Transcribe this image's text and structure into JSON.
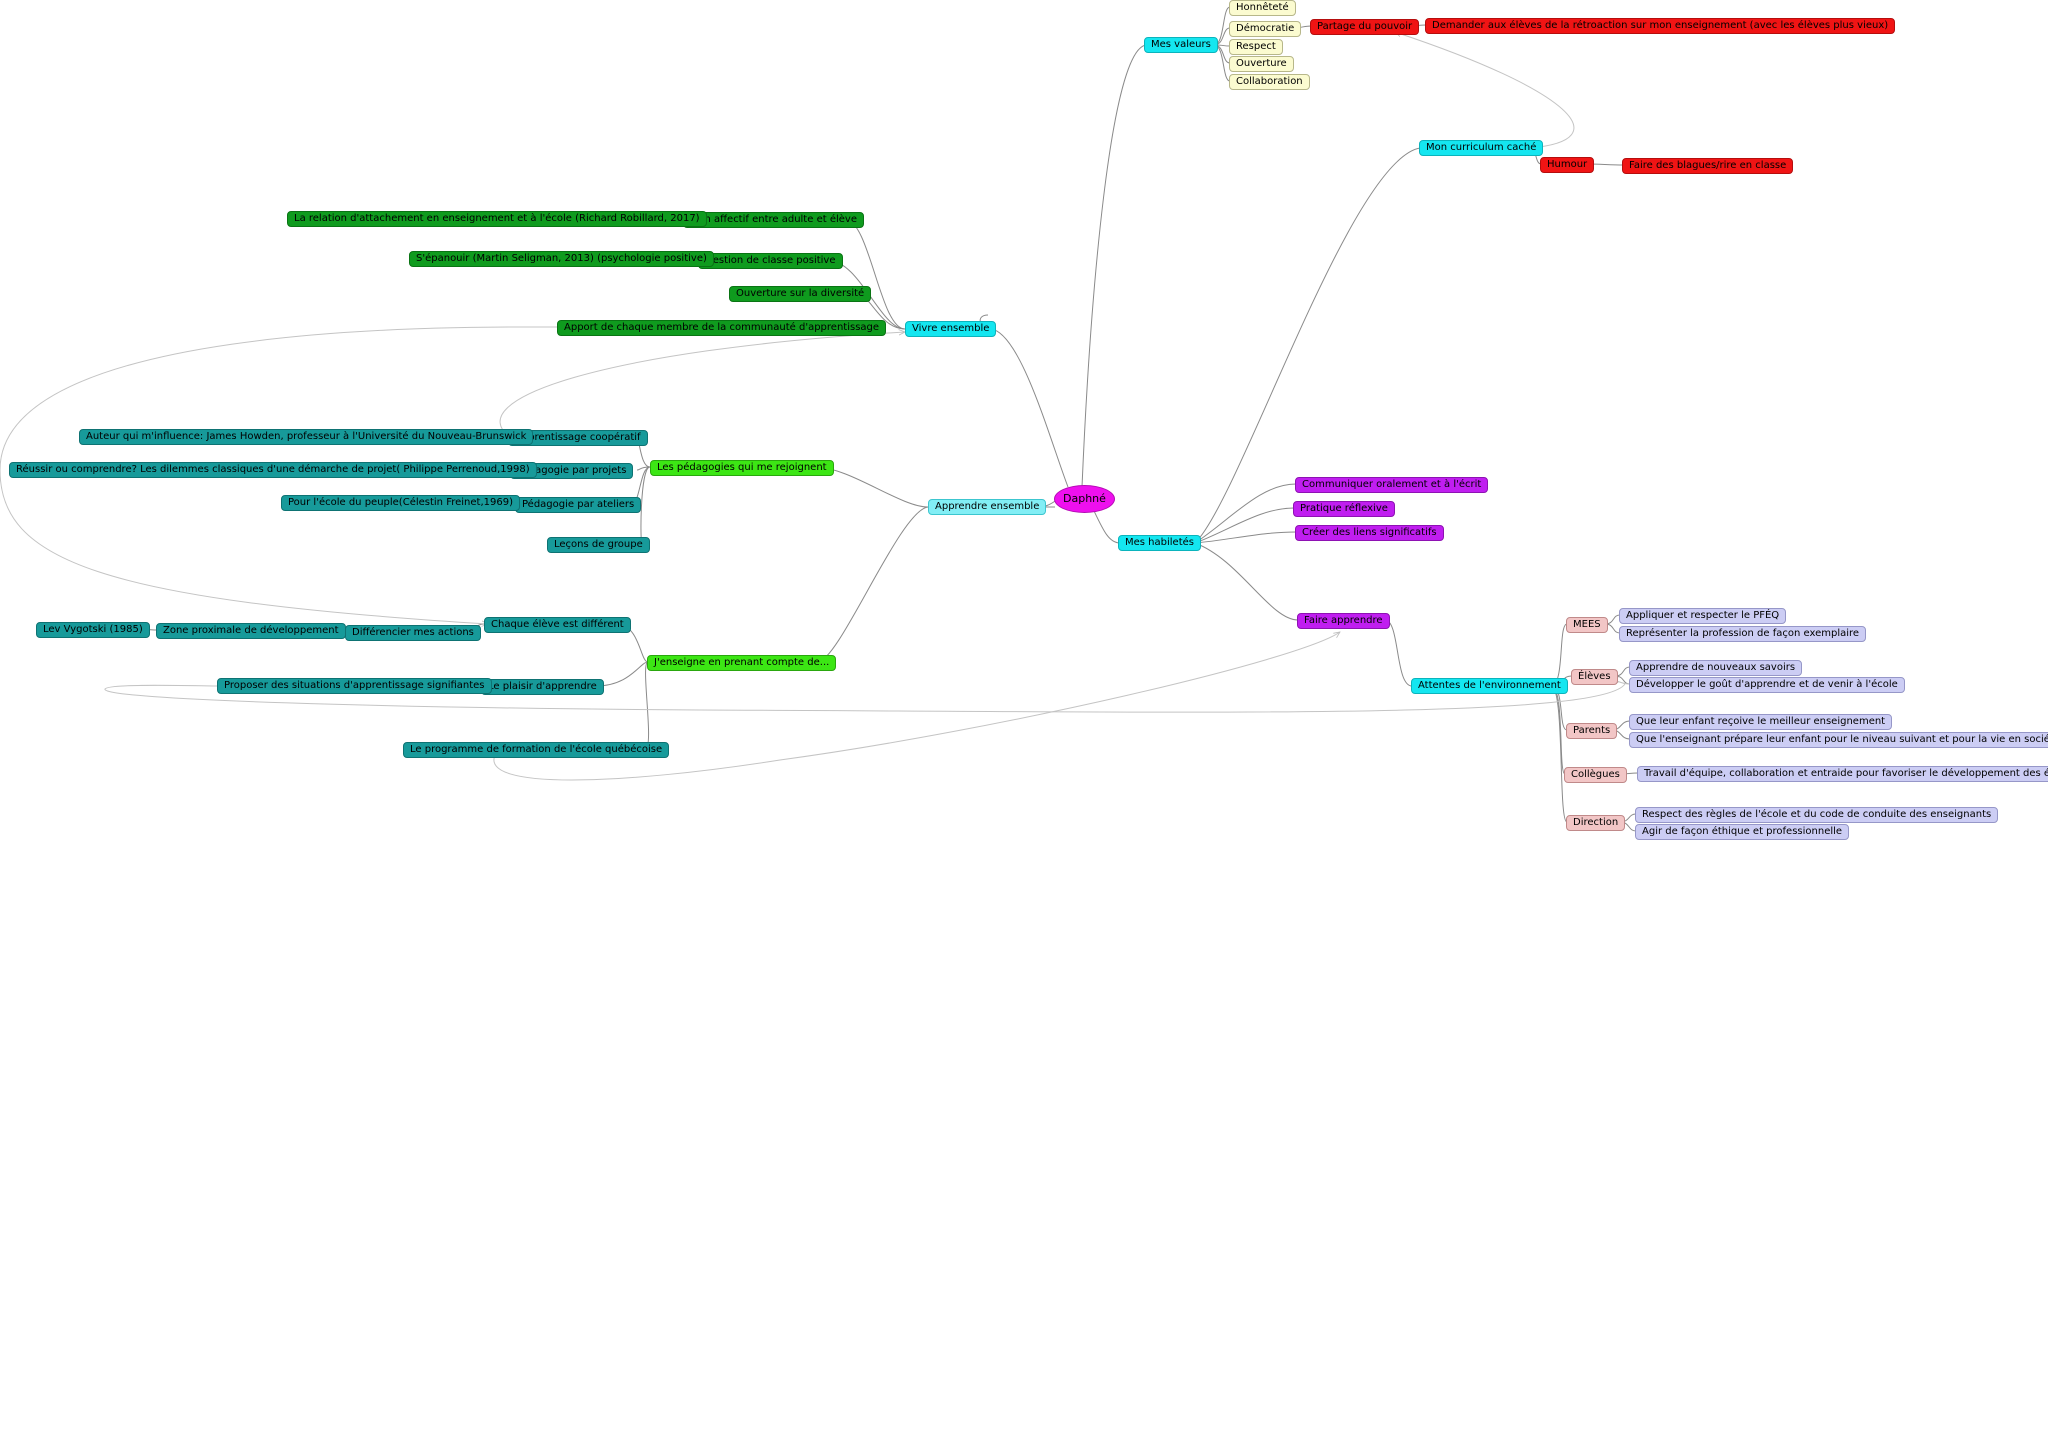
{
  "center": "Daphné",
  "branches": {
    "valeurs": "Mes valeurs",
    "curriculum": "Mon curriculum caché",
    "habiletes": "Mes habiletés",
    "vivre": "Vivre ensemble",
    "apprendre": "Apprendre ensemble",
    "pedagogies": "Les pédagogies qui me rejoignent",
    "jenseigne": "J'enseigne en prenant compte de...",
    "faire": "Faire apprendre",
    "attentes": "Attentes de l'environnement"
  },
  "valeurs": [
    "Honnêteté",
    "Démocratie",
    "Respect",
    "Ouverture",
    "Collaboration"
  ],
  "partage": "Partage du pouvoir",
  "retroaction": "Demander aux élèves de la rétroaction sur mon enseignement (avec les élèves plus vieux)",
  "humour": "Humour",
  "blagues": "Faire des blagues/rire en classe",
  "habiletes": [
    "Communiquer oralement et à l'écrit",
    "Pratique réflexive",
    "Créer des liens significatifs"
  ],
  "vivre": {
    "lien": "Lien affectif entre adulte et élève",
    "relation": "La relation d'attachement en enseignement et à l'école (Richard Robillard, 2017)",
    "gestion": "Gestion de classe positive",
    "epanouir": "S'épanouir (Martin Seligman, 2013) (psychologie positive)",
    "ouverture": "Ouverture sur la diversité",
    "apport": "Apport de chaque membre de la communauté d'apprentissage"
  },
  "pedagogies": {
    "cooperatif": "Apprentissage coopératif",
    "howden": "Auteur qui m'influence: James Howden, professeur à l'Université du Nouveau-Brunswick",
    "projets": "Pédagogie par projets",
    "perrenoud": "Réussir ou comprendre? Les dilemmes classiques d'une démarche de projet( Philippe Perrenoud,1998)",
    "ateliers": "Pédagogie par ateliers",
    "freinet": "Pour l'école du peuple(Célestin Freinet,1969)",
    "lecons": "Leçons de groupe"
  },
  "jenseigne": {
    "chaque": "Chaque élève est différent",
    "differencier": "Différencier mes actions",
    "zone": "Zone proximale de développement",
    "vygotski": "Lev Vygotski (1985)",
    "plaisir": "Le plaisir d'apprendre",
    "situations": "Proposer des situations d'apprentissage signifiantes",
    "programme": "Le programme de formation de l'école québécoise"
  },
  "attentes": {
    "mees": "MEES",
    "mees_items": [
      "Appliquer et respecter le PFÉQ",
      "Représenter la profession de façon exemplaire"
    ],
    "eleves": "Élèves",
    "eleves_items": [
      "Apprendre de nouveaux savoirs",
      "Développer le goût d'apprendre et de venir à l'école"
    ],
    "parents": "Parents",
    "parents_items": [
      "Que leur enfant reçoive le meilleur enseignement",
      "Que l'enseignant prépare leur enfant pour le niveau suivant et pour la vie en société"
    ],
    "collegues": "Collègues",
    "collegues_items": [
      "Travail d'équipe, collaboration et entraide pour favoriser le développement des élèves"
    ],
    "direction": "Direction",
    "direction_items": [
      "Respect des règles de l'école et du code de conduite des enseignants",
      "Agir de façon éthique et professionnelle"
    ]
  },
  "colors": {
    "link": "#8a8a8a",
    "cross_link": "#c4c4c4",
    "cyan": "#14e6f0",
    "red": "#f01414",
    "purple": "#c01ef0",
    "green": "#0f9b1e",
    "lime": "#3ce614",
    "teal": "#179a9a",
    "pink": "#f2c6c6",
    "lavender": "#cccdf4"
  }
}
